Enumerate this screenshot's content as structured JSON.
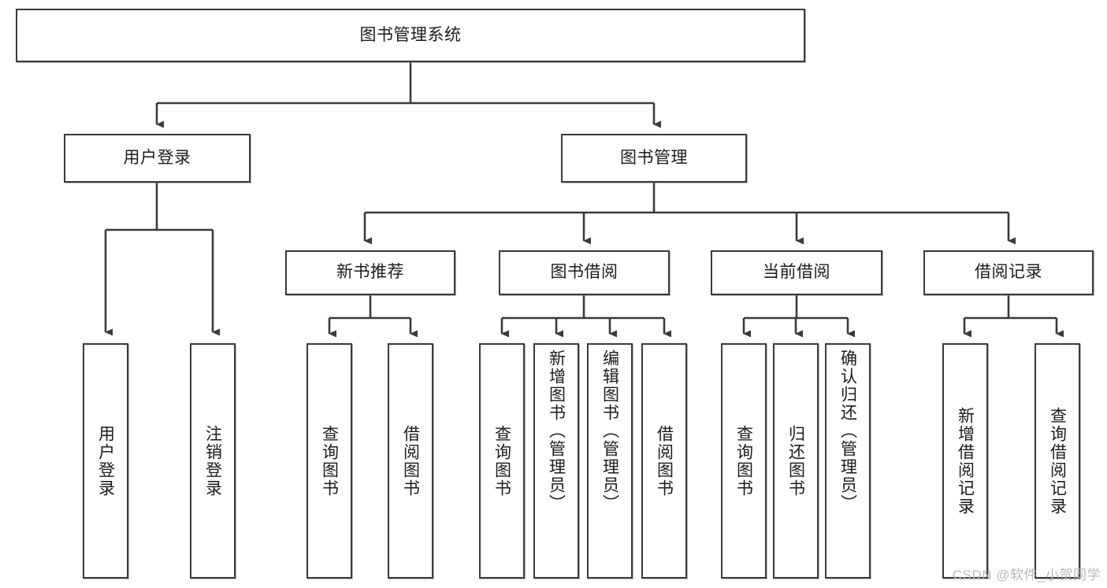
{
  "diagram": {
    "type": "tree-hierarchy",
    "title": "图书管理系统",
    "watermark": "CSDN @软件_小贺同学",
    "colors": {
      "box_border": "#3a3a3a",
      "box_fill": "#ffffff",
      "edge": "#3a3a3a",
      "text": "#1b1b1b",
      "watermark": "#b9b9b9"
    },
    "root": {
      "label": "图书管理系统"
    },
    "level1": [
      {
        "label": "用户登录"
      },
      {
        "label": "图书管理"
      }
    ],
    "level2": [
      {
        "label": "新书推荐"
      },
      {
        "label": "图书借阅"
      },
      {
        "label": "当前借阅"
      },
      {
        "label": "借阅记录"
      }
    ],
    "leaves": {
      "user_login": [
        {
          "label": "用户登录"
        },
        {
          "label": "注销登录"
        }
      ],
      "new_book_recommend": [
        {
          "label": "查询图书"
        },
        {
          "label": "借阅图书"
        }
      ],
      "book_borrow": [
        {
          "label": "查询图书"
        },
        {
          "label": "新增图书（管理员）"
        },
        {
          "label": "编辑图书（管理员）"
        },
        {
          "label": "借阅图书"
        }
      ],
      "current_borrow": [
        {
          "label": "查询图书"
        },
        {
          "label": "归还图书"
        },
        {
          "label": "确认归还（管理员）"
        }
      ],
      "borrow_record": [
        {
          "label": "新增借阅记录"
        },
        {
          "label": "查询借阅记录"
        }
      ]
    }
  }
}
